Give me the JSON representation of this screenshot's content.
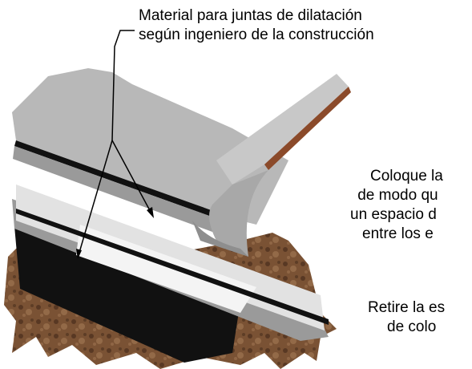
{
  "labels": {
    "joint_material": {
      "line1": "Material para juntas de dilatación",
      "line2": "según ingeniero de la construcción"
    },
    "place_instruction": {
      "line1": "Coloque la",
      "line2": "de modo qu",
      "line3": "un espacio d",
      "line4": "entre los e"
    },
    "remove_instruction": {
      "line1": "Retire la es",
      "line2": "de colo"
    }
  },
  "colors": {
    "soil": "#7a5234",
    "soil_dark": "#4a2e1c",
    "soil_light": "#a47a55",
    "concrete_top": "#b8b8b8",
    "concrete_light": "#e2e2e2",
    "concrete_mid": "#9a9a9a",
    "edge_dark": "#111111",
    "steel_strip": "#c8c8c8",
    "rust_edge": "#8b4a2a",
    "leader_line": "#000000"
  }
}
